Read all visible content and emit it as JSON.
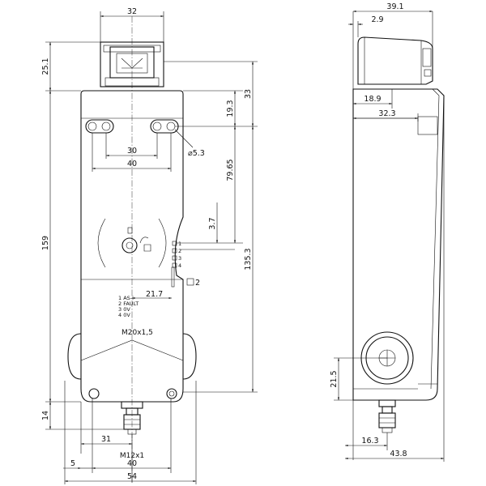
{
  "front_view": {
    "dims": {
      "top_width": "32",
      "head_height": "25.1",
      "total_height": "159",
      "upper_19_3": "19.3",
      "upper_33": "33",
      "hole_dia": "⌀5.3",
      "hole_spacing_30": "30",
      "hole_spacing_40": "40",
      "d_79_65": "79.65",
      "d_3_7": "3.7",
      "d_135_3": "135.3",
      "d_21_7": "21.7",
      "bottom_14": "14",
      "bottom_31": "31",
      "bottom_5": "5",
      "bottom_40": "40",
      "bottom_54": "54"
    },
    "labels": {
      "cable_gland": "M20x1,5",
      "connector": "M12x1",
      "terminal_1": "1 AS-i",
      "terminal_2": "2 FAULT",
      "terminal_3": "3 0V",
      "terminal_4": "4 0V"
    },
    "leds": [
      "1",
      "2",
      "3",
      "4"
    ],
    "box_marker": "2"
  },
  "side_view": {
    "dims": {
      "top_39_1": "39.1",
      "top_2_9": "2.9",
      "top_18_9": "18.9",
      "top_32_3": "32.3",
      "lower_21_5": "21.5",
      "bottom_16_3": "16.3",
      "bottom_43_8": "43.8"
    }
  }
}
